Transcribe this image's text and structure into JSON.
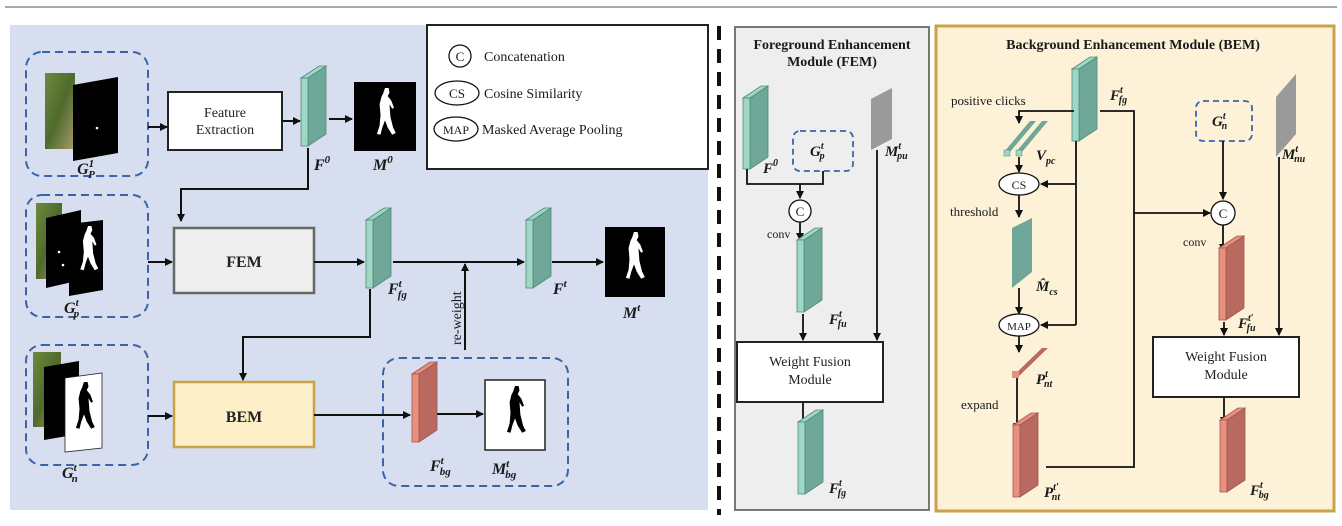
{
  "colors": {
    "left_panel_bg": "#d6deef",
    "fem_panel_bg": "#eeeeee",
    "bem_panel_bg": "#fdf2d8",
    "bem_border": "#c9a24a",
    "feature_teal_front": "#9fd6c4",
    "feature_teal_side": "#6fa898",
    "feature_red_front": "#e8907f",
    "feature_red_side": "#b86a60",
    "mask_gray": "#9a9a9a",
    "dashed_blue": "#3b64a8",
    "fem_box_fill": "#eeeeee",
    "bem_box_fill": "#fdf0c8"
  },
  "legend": {
    "items": [
      {
        "symbol": "C",
        "label": "Concatenation"
      },
      {
        "symbol": "CS",
        "label": "Cosine Similarity"
      },
      {
        "symbol": "MAP",
        "label": "Masked Average Pooling"
      }
    ]
  },
  "overview": {
    "feature_extraction_label_1": "Feature",
    "feature_extraction_label_2": "Extraction",
    "fem_label": "FEM",
    "bem_label": "BEM",
    "reweight_label": "re-weight",
    "inputs": {
      "gp1": {
        "base": "G",
        "sup": "1",
        "sub": "P"
      },
      "gpt": {
        "base": "G",
        "sup": "t",
        "sub": "p"
      },
      "gnt": {
        "base": "G",
        "sup": "t",
        "sub": "n"
      }
    },
    "features": {
      "f0": {
        "base": "F",
        "sup": "0",
        "sub": ""
      },
      "m0": {
        "base": "M",
        "sup": "0",
        "sub": ""
      },
      "ffg": {
        "base": "F",
        "sup": "t",
        "sub": "fg"
      },
      "ft": {
        "base": "F",
        "sup": "t",
        "sub": ""
      },
      "mt": {
        "base": "M",
        "sup": "t",
        "sub": ""
      },
      "fbg": {
        "base": "F",
        "sup": "t",
        "sub": "bg"
      },
      "mbg": {
        "base": "M",
        "sup": "t",
        "sub": "bg"
      }
    }
  },
  "fem_panel": {
    "title_1": "Foreground Enhancement",
    "title_2": "Module (FEM)",
    "conv_label": "conv",
    "concat_symbol": "C",
    "wfm_label_1": "Weight Fusion",
    "wfm_label_2": "Module",
    "f0": {
      "base": "F",
      "sup": "0",
      "sub": ""
    },
    "gpt": {
      "base": "G",
      "sup": "t",
      "sub": "p"
    },
    "mpu": {
      "base": "M",
      "sup": "t",
      "sub": "pu"
    },
    "ffu": {
      "base": "F",
      "sup": "t",
      "sub": "fu"
    },
    "ffg": {
      "base": "F",
      "sup": "t",
      "sub": "fg"
    }
  },
  "bem_panel": {
    "title": "Background Enhancement Module (BEM)",
    "positive_clicks_label": "positive clicks",
    "threshold_label": "threshold",
    "expand_label": "expand",
    "conv_label": "conv",
    "cs_symbol": "CS",
    "map_symbol": "MAP",
    "concat_symbol": "C",
    "wfm_label_1": "Weight Fusion",
    "wfm_label_2": "Module",
    "ffg": {
      "base": "F",
      "sup": "t",
      "sub": "fg"
    },
    "vpc": {
      "base": "V",
      "sup": "",
      "sub": "pc"
    },
    "mcs": {
      "base": "M̂",
      "sup": "",
      "sub": "cs"
    },
    "pnt": {
      "base": "P",
      "sup": "t",
      "sub": "nt"
    },
    "pnt_prime": {
      "base": "P",
      "sup": "t′",
      "sub": "nt"
    },
    "gnt": {
      "base": "G",
      "sup": "t",
      "sub": "n"
    },
    "mnu": {
      "base": "M",
      "sup": "t",
      "sub": "nu"
    },
    "ffu_prime": {
      "base": "F",
      "sup": "t′",
      "sub": "fu"
    },
    "fbg": {
      "base": "F",
      "sup": "t",
      "sub": "bg"
    }
  }
}
